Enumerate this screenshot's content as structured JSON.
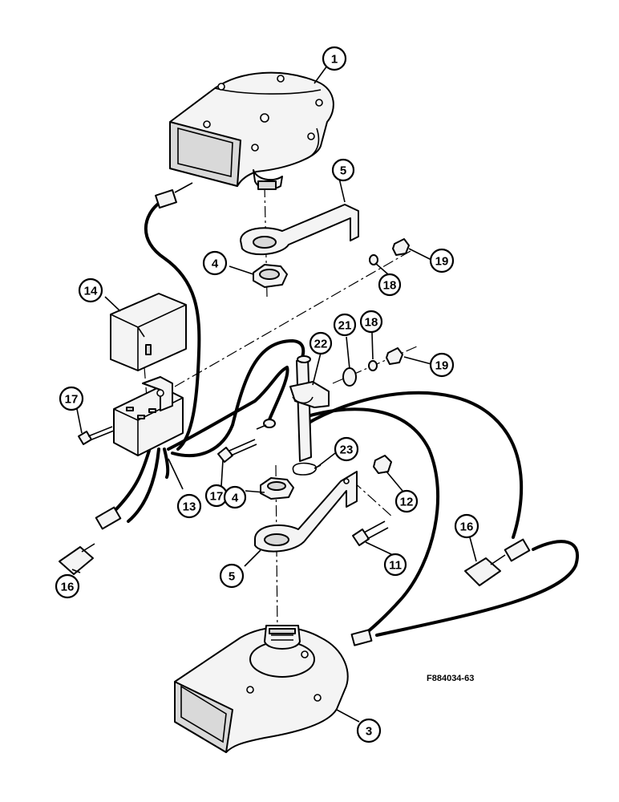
{
  "figure_code": "F884034-63",
  "callouts": [
    {
      "id": "c1",
      "label": "1"
    },
    {
      "id": "c5a",
      "label": "5"
    },
    {
      "id": "c4a",
      "label": "4"
    },
    {
      "id": "c19a",
      "label": "19"
    },
    {
      "id": "c18a",
      "label": "18"
    },
    {
      "id": "c14",
      "label": "14"
    },
    {
      "id": "c21",
      "label": "21"
    },
    {
      "id": "c18b",
      "label": "18"
    },
    {
      "id": "c22",
      "label": "22"
    },
    {
      "id": "c19b",
      "label": "19"
    },
    {
      "id": "c17a",
      "label": "17"
    },
    {
      "id": "c23",
      "label": "23"
    },
    {
      "id": "c12",
      "label": "12"
    },
    {
      "id": "c17b",
      "label": "17"
    },
    {
      "id": "c4b",
      "label": "4"
    },
    {
      "id": "c13",
      "label": "13"
    },
    {
      "id": "c16a",
      "label": "16"
    },
    {
      "id": "c16b",
      "label": "16"
    },
    {
      "id": "c11",
      "label": "11"
    },
    {
      "id": "c5b",
      "label": "5"
    },
    {
      "id": "c3",
      "label": "3"
    }
  ]
}
